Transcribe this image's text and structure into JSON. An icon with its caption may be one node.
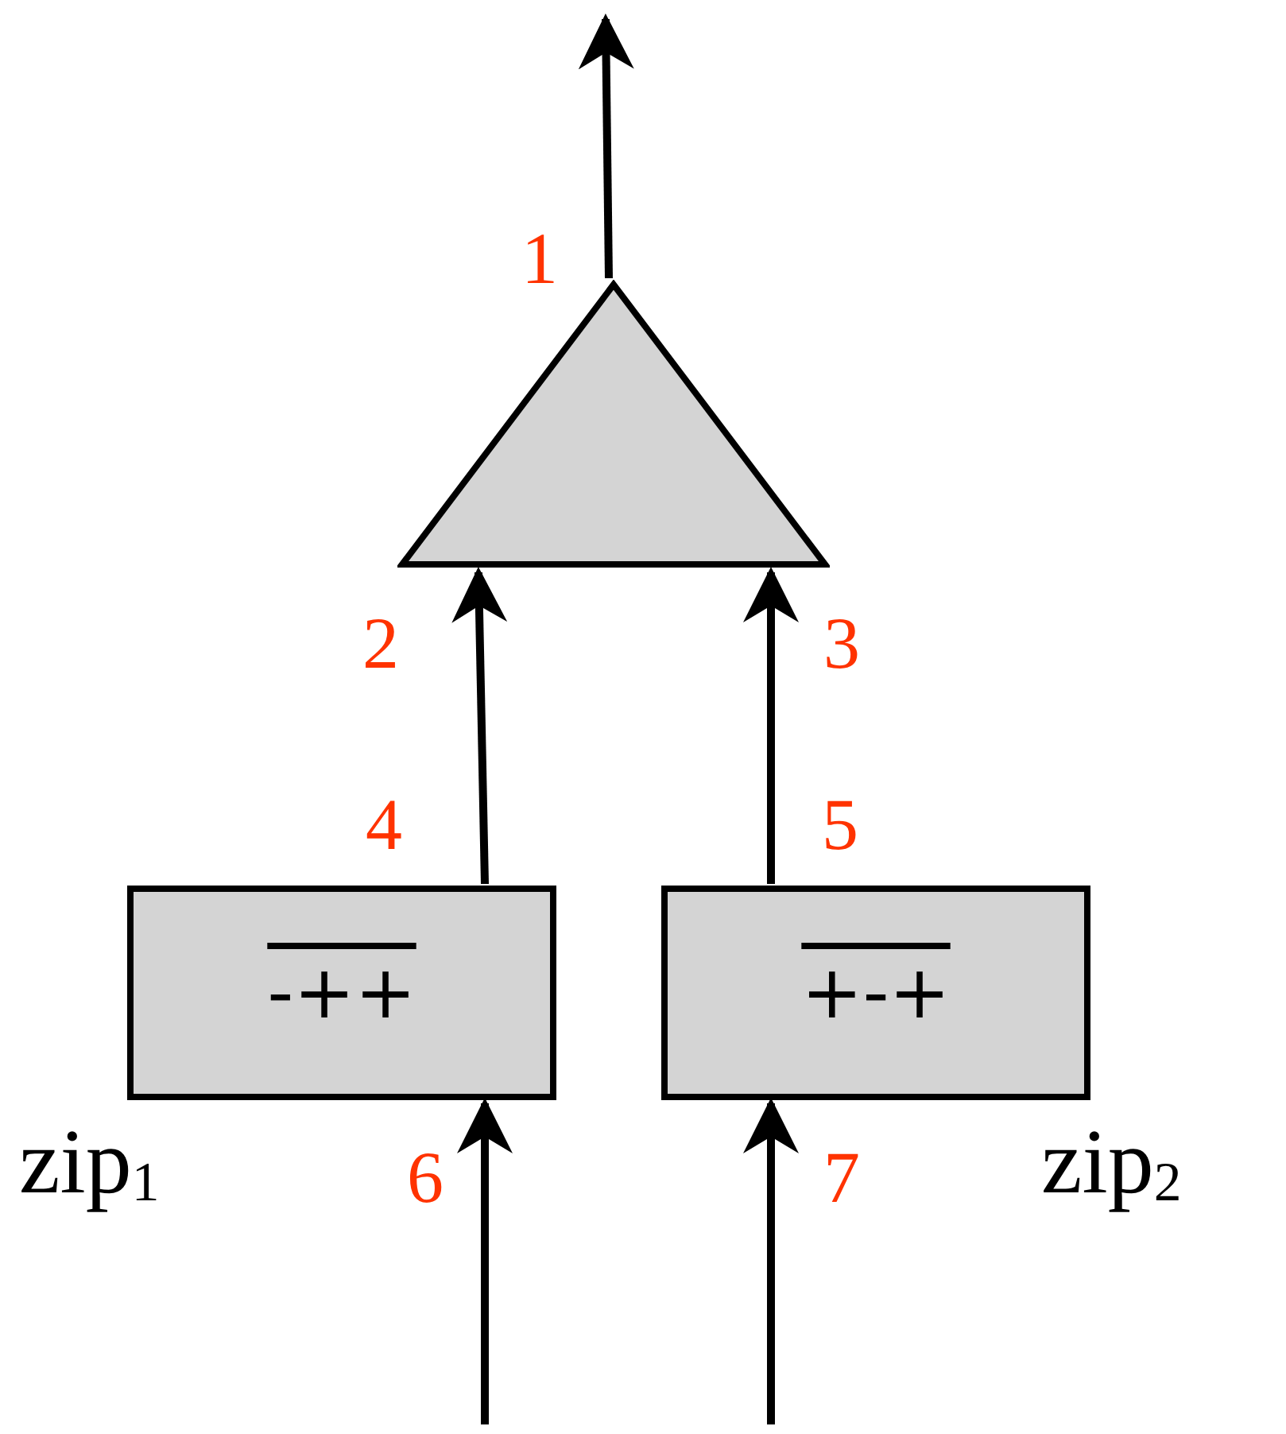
{
  "diagram": {
    "nodes": [
      {
        "text": [],
        "shape": "triangle"
      },
      {
        "text": [
          "-++"
        ],
        "beside": [
          "zip$_{1}$"
        ]
      },
      {
        "text": [
          "+-+"
        ],
        "beside": [
          "zip$_{2}$"
        ]
      }
    ],
    "edges": [
      {
        "from": 0,
        "to": null,
        "arrow": "to"
      },
      {
        "from": 1,
        "to": 0,
        "arrow": "to"
      },
      {
        "from": 2,
        "to": 0,
        "arrow": "to"
      },
      {
        "from": null,
        "to": 1,
        "arrow": "to"
      },
      {
        "from": null,
        "to": 2,
        "arrow": "to"
      }
    ],
    "labels": [
      "1",
      "2",
      "3",
      "4",
      "5",
      "6",
      "7"
    ]
  }
}
